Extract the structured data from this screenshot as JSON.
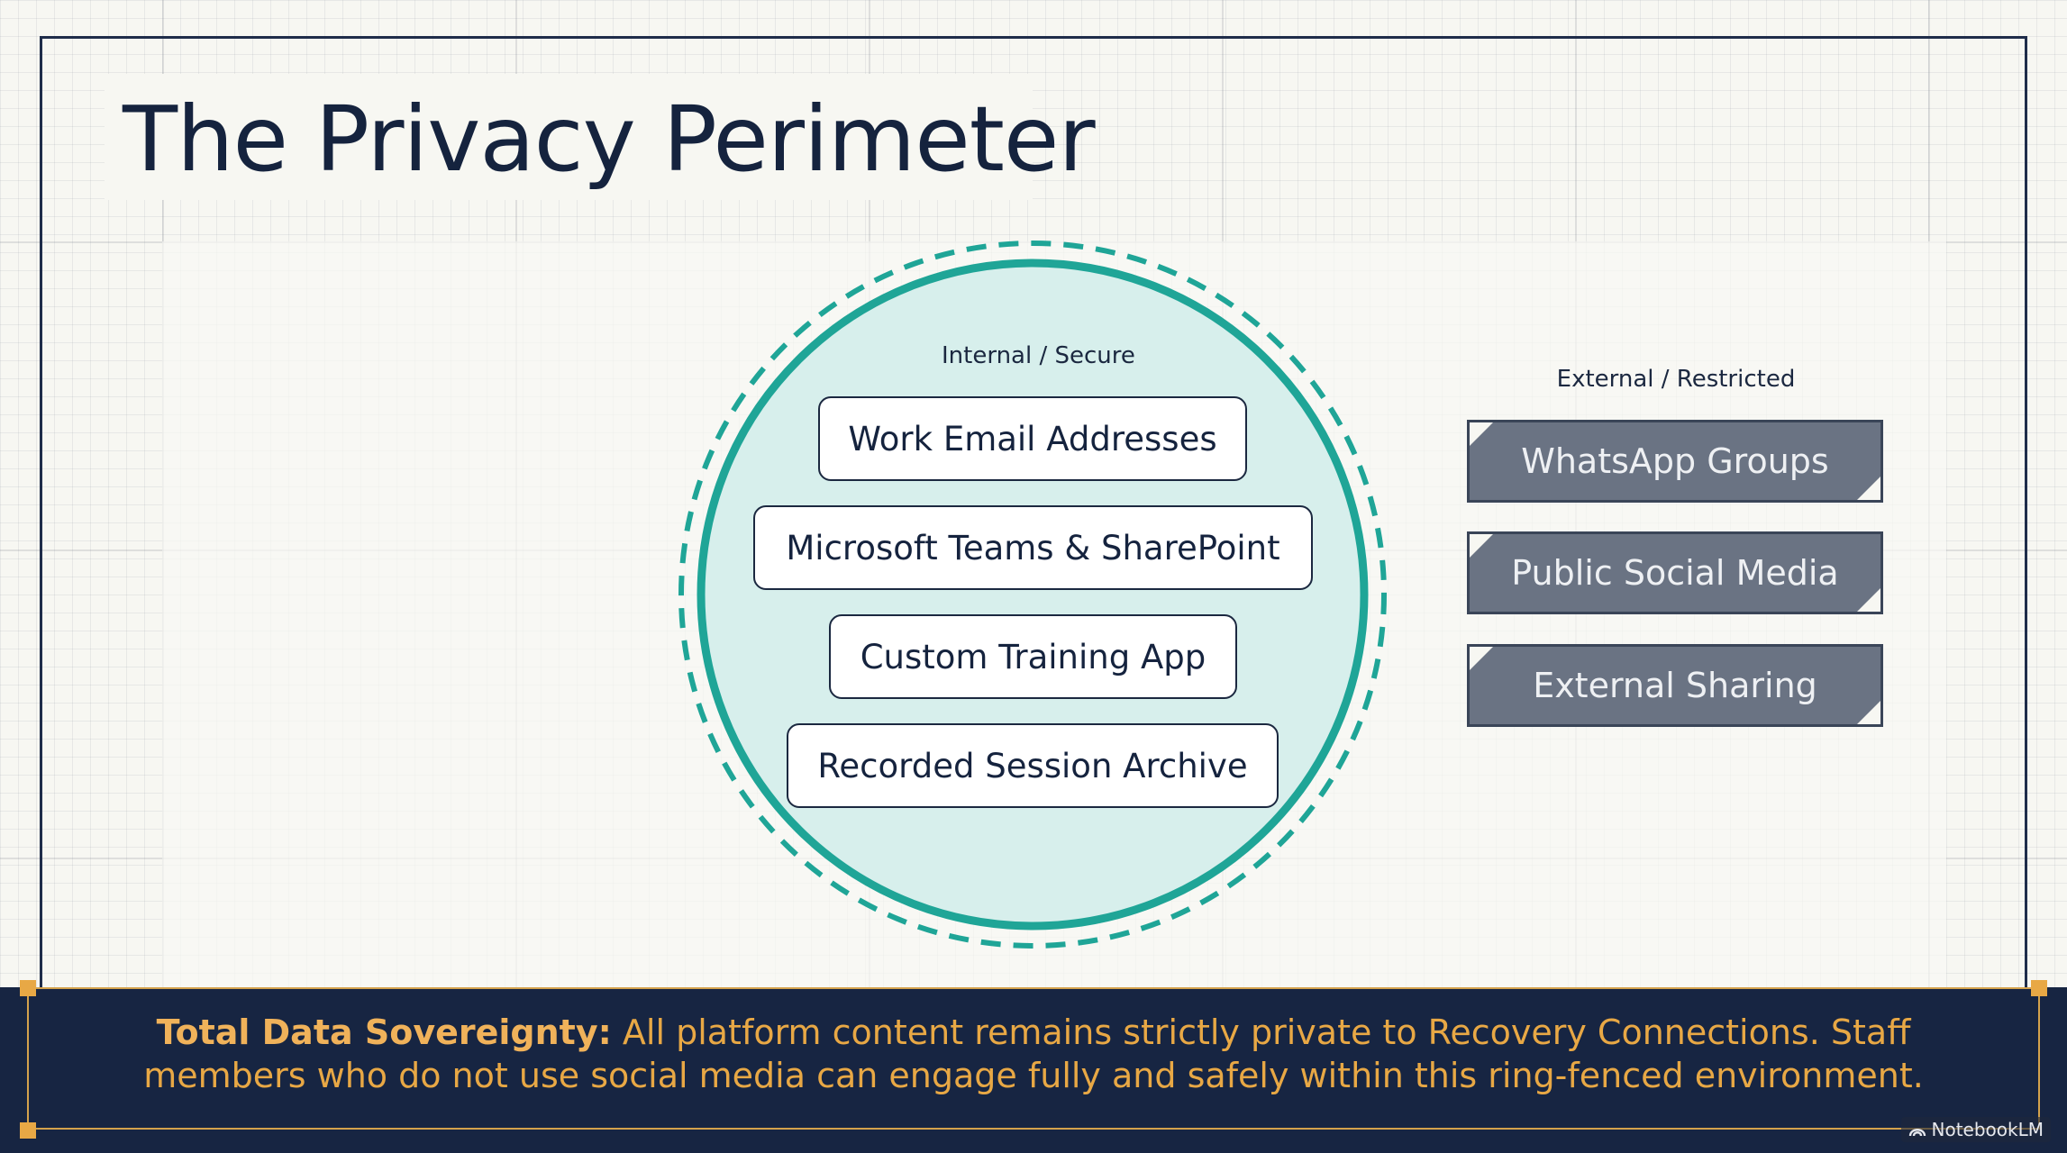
{
  "slide": {
    "title": "The Privacy Perimeter"
  },
  "internal": {
    "label": "Internal / Secure",
    "items": [
      "Work Email Addresses",
      "Microsoft Teams & SharePoint",
      "Custom Training App",
      "Recorded Session Archive"
    ]
  },
  "external": {
    "label": "External / Restricted",
    "items": [
      "WhatsApp Groups",
      "Public Social Media",
      "External Sharing"
    ]
  },
  "footer": {
    "heading": "Total Data Sovereignty:",
    "line1": "All platform content remains strictly private to Recovery Connections. Staff",
    "line2": "members who do not use social media can engage fully and safely within this ring-fenced environment."
  },
  "watermark": {
    "brand": "NotebookLM",
    "icon": "notebooklm-logo-icon"
  },
  "colors": {
    "navy": "#172542",
    "teal": "#1fa597",
    "teal_fill": "#d7efec",
    "gray_box": "#6a7383",
    "gold": "#e8a845"
  }
}
